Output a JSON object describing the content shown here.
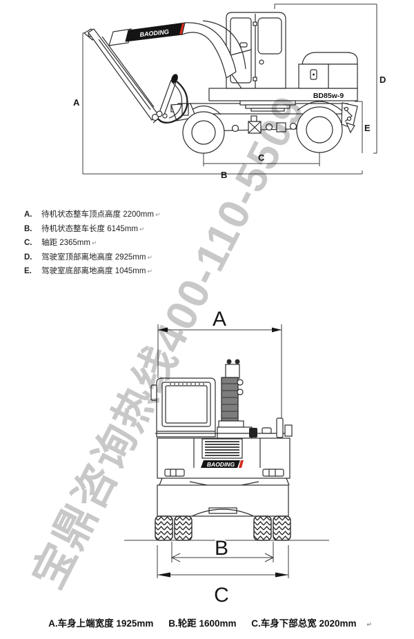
{
  "colors": {
    "line": "#2b2b2b",
    "dimension_line": "#3a3a3a",
    "brand_red": "#d42b1e",
    "logo_black": "#141414",
    "watermark_gray": "#c3c3c3"
  },
  "watermark": {
    "text": "宝鼎咨询热线400-110-5509"
  },
  "side_view": {
    "model_label": "BD85w-9",
    "brand_label": "BAODING",
    "dims": {
      "a": "A",
      "b": "B",
      "c": "C",
      "d": "D",
      "e": "E"
    }
  },
  "spec_list": {
    "return_mark": "↵",
    "items": [
      {
        "letter": "A.",
        "text": "待机状态整车顶点高度 2200mm"
      },
      {
        "letter": "B.",
        "text": "待机状态整车长度 6145mm"
      },
      {
        "letter": "C.",
        "text": "轴距 2365mm"
      },
      {
        "letter": "D.",
        "text": "驾驶室顶部离地高度 2925mm"
      },
      {
        "letter": "E.",
        "text": "驾驶室底部离地高度 1045mm"
      }
    ]
  },
  "front_view": {
    "brand_label": "BAODING",
    "dims": {
      "a": "A",
      "b": "B",
      "c": "C"
    }
  },
  "caption": {
    "segments": [
      "A.车身上端宽度 1925mm",
      "B.轮距 1600mm",
      "C.车身下部总宽 2020mm"
    ],
    "return_mark": "↵"
  }
}
